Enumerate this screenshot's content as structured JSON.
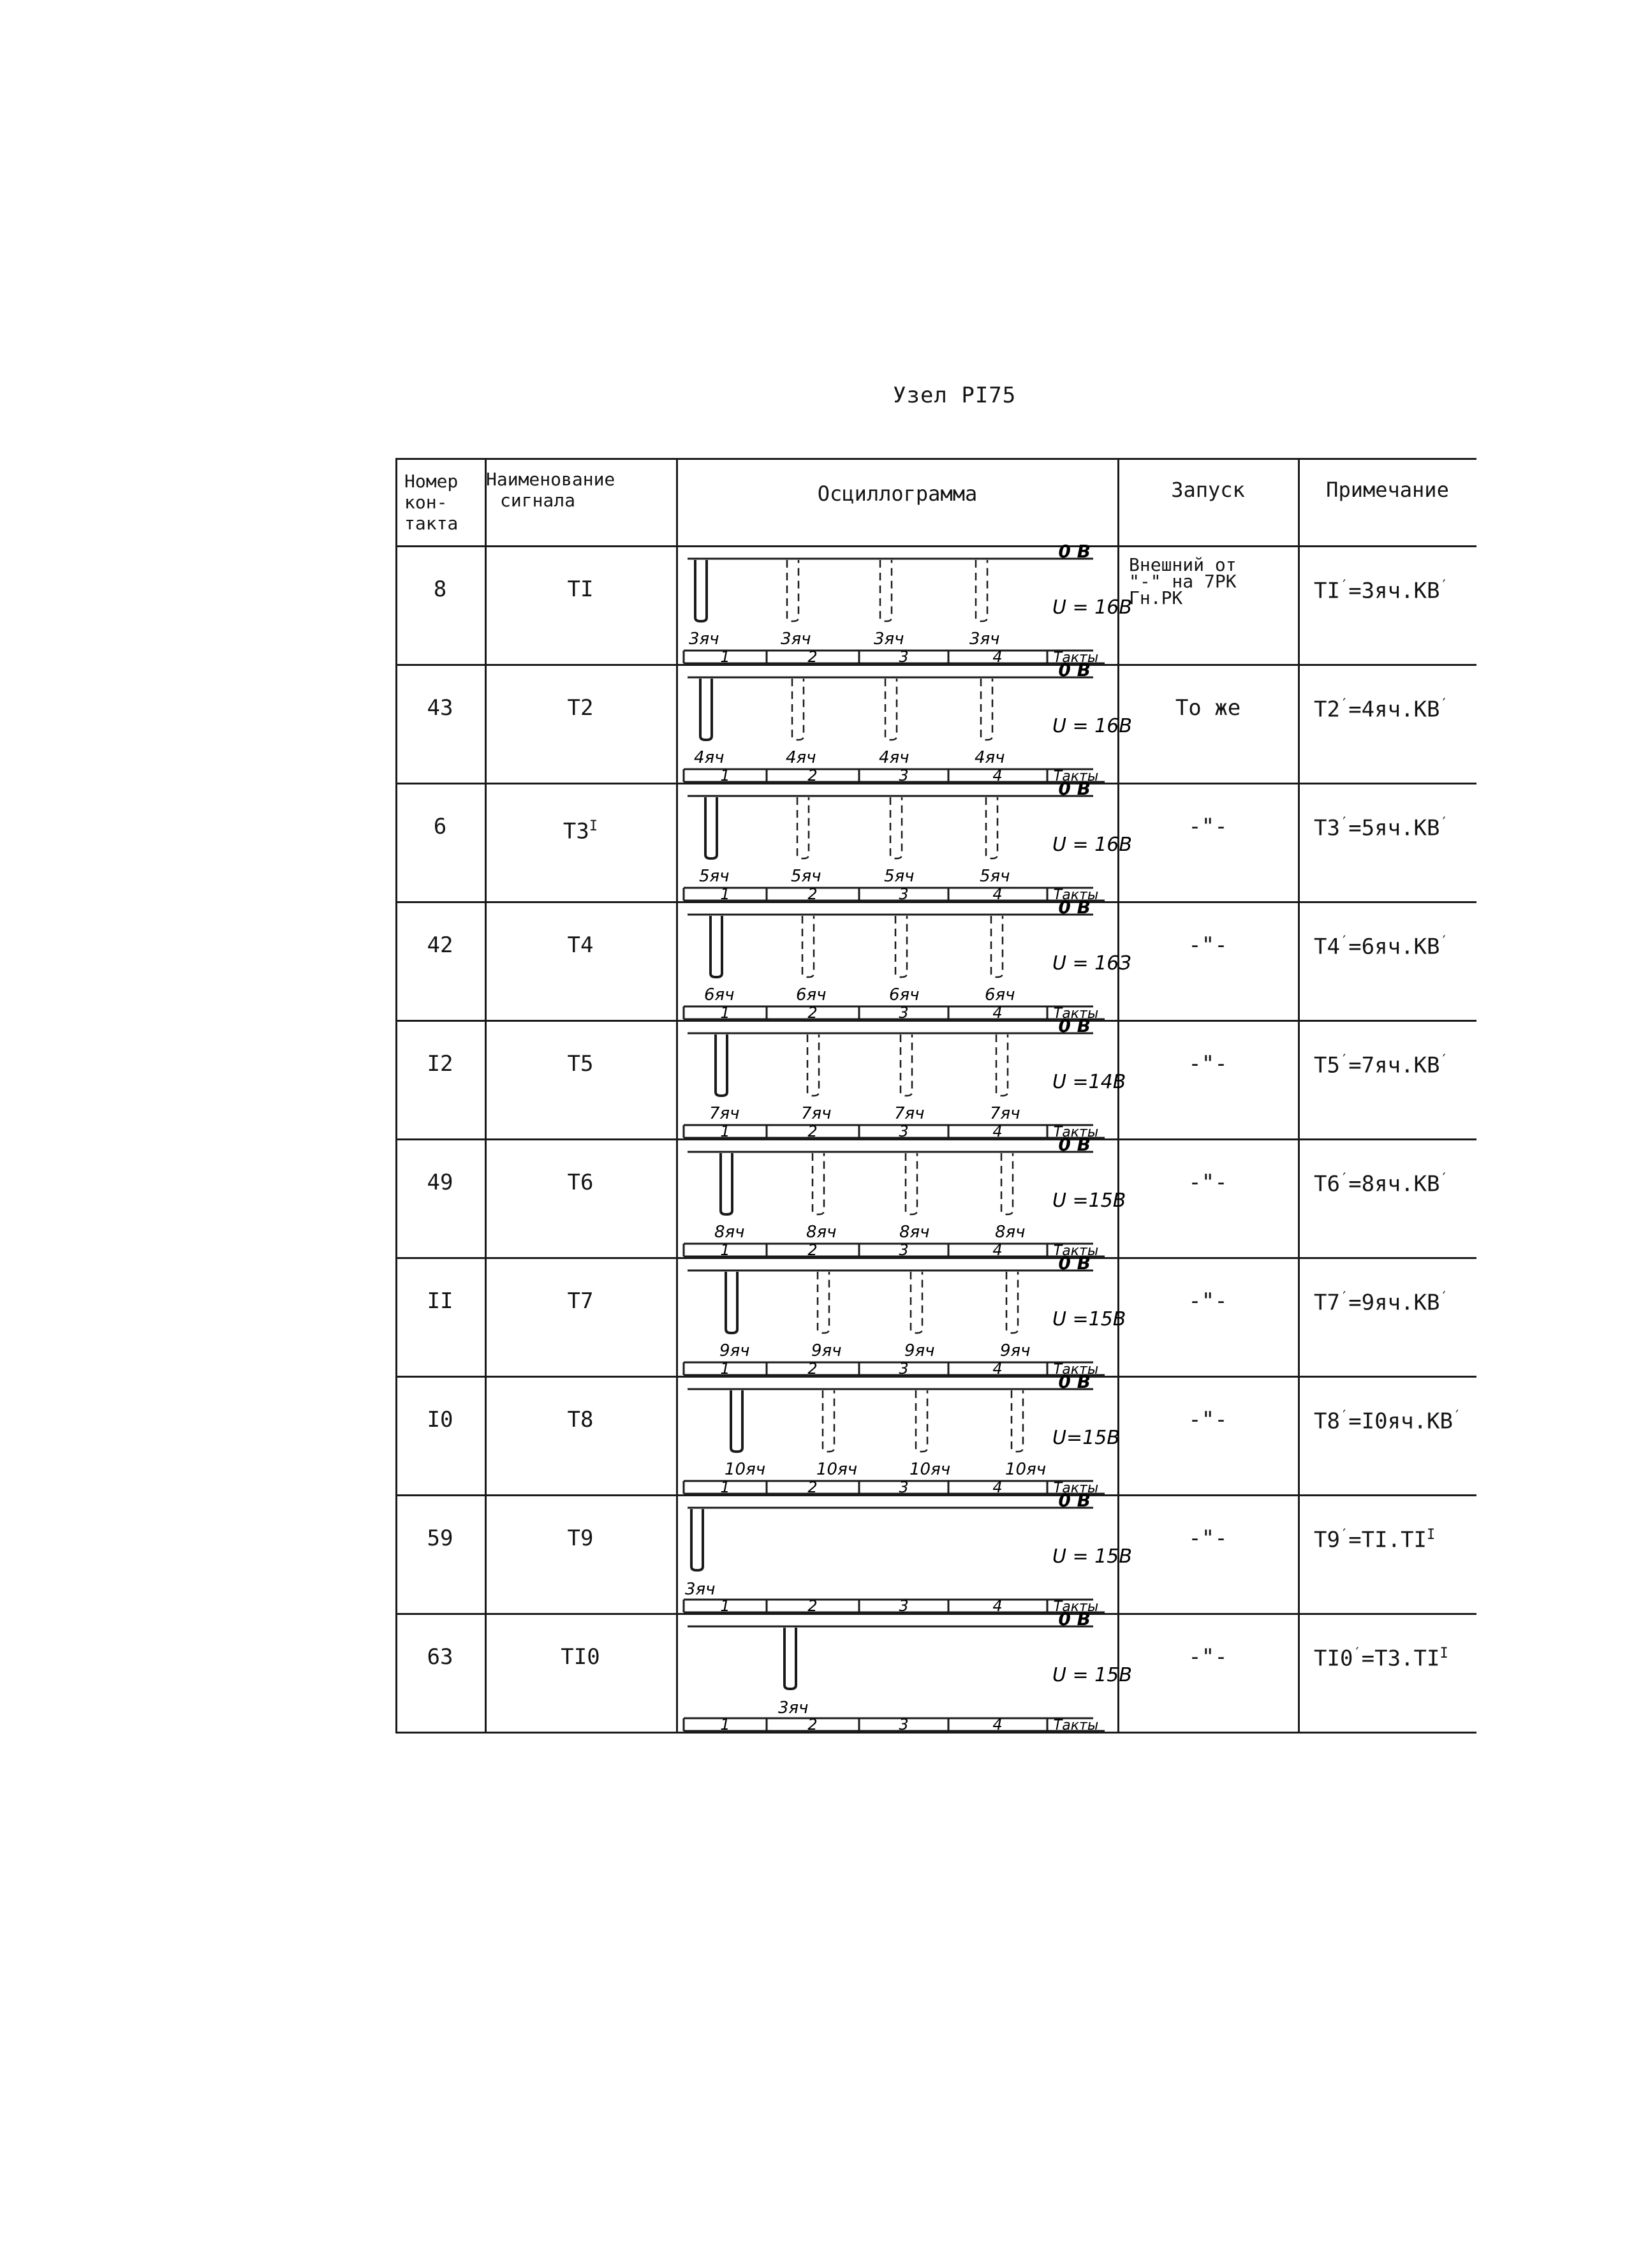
{
  "page": {
    "title": "Узел PI75"
  },
  "table": {
    "headers": {
      "contact": [
        "Номер",
        "кон-",
        "такта"
      ],
      "signal": [
        "Наименование",
        "сигнала"
      ],
      "oscillogram": "Осциллограмма",
      "trigger": "Запуск",
      "note": "Примечание"
    },
    "takty": [
      "1",
      "2",
      "3",
      "4",
      "Такты"
    ],
    "rows": [
      {
        "contact": "8",
        "signal": "TI",
        "sup": "",
        "zero": "0 В",
        "voltage": "U = 16В",
        "cell": "3яч",
        "cell_labels": [
          "3яч",
          "3яч",
          "3яч",
          "3яч"
        ],
        "trigger": [
          "Внешний от",
          "\"-\" на 7РК",
          "Гн.РК"
        ],
        "note_a": "TI",
        "note_b": "=3яч.КВ"
      },
      {
        "contact": "43",
        "signal": "T2",
        "sup": "",
        "zero": "0 В",
        "voltage": "U = 16В",
        "cell": "4яч",
        "cell_labels": [
          "4яч",
          "4яч",
          "4яч",
          "4яч"
        ],
        "trigger": [
          "То же"
        ],
        "note_a": "T2",
        "note_b": "=4яч.КВ"
      },
      {
        "contact": "6",
        "signal": "T3",
        "sup": "I",
        "zero": "0 В",
        "voltage": "U = 16В",
        "cell": "5яч",
        "cell_labels": [
          "5яч",
          "5яч",
          "5яч",
          "5яч"
        ],
        "trigger": [
          "-\"-"
        ],
        "note_a": "T3",
        "note_b": "=5яч.КВ"
      },
      {
        "contact": "42",
        "signal": "T4",
        "sup": "",
        "zero": "0 В",
        "voltage": "U = 16З",
        "cell": "6яч",
        "cell_labels": [
          "6яч",
          "6яч",
          "6яч",
          "6яч"
        ],
        "trigger": [
          "-\"-"
        ],
        "note_a": "T4",
        "note_b": "=6яч.КВ"
      },
      {
        "contact": "I2",
        "signal": "T5",
        "sup": "",
        "zero": "0 В",
        "voltage": "U =14В",
        "cell": "7яч",
        "cell_labels": [
          "7яч",
          "7яч",
          "7яч",
          "7яч"
        ],
        "trigger": [
          "-\"-"
        ],
        "note_a": "T5",
        "note_b": "=7яч.КВ"
      },
      {
        "contact": "49",
        "signal": "T6",
        "sup": "",
        "zero": "0 В",
        "voltage": "U =15В",
        "cell": "8яч",
        "cell_labels": [
          "8яч",
          "8яч",
          "8яч",
          "8яч"
        ],
        "trigger": [
          "-\"-"
        ],
        "note_a": "T6",
        "note_b": "=8яч.КВ"
      },
      {
        "contact": "II",
        "signal": "T7",
        "sup": "",
        "zero": "0 В",
        "voltage": "U =15В",
        "cell": "9яч",
        "cell_labels": [
          "9яч",
          "9яч",
          "9яч",
          "9яч"
        ],
        "trigger": [
          "-\"-"
        ],
        "note_a": "T7",
        "note_b": "=9яч.КВ"
      },
      {
        "contact": "I0",
        "signal": "T8",
        "sup": "",
        "zero": "0 В",
        "voltage": "U=15В",
        "cell": "10яч",
        "cell_labels": [
          "10яч",
          "10яч",
          "10яч",
          "10яч"
        ],
        "trigger": [
          "-\"-"
        ],
        "note_a": "T8",
        "note_b": "=I0яч.КВ"
      },
      {
        "contact": "59",
        "signal": "T9",
        "sup": "",
        "zero": "0 В",
        "voltage": "U = 15В",
        "cell": "3яч",
        "cell_labels": [
          "3яч"
        ],
        "trigger": [
          "-\"-"
        ],
        "note_a": "T9",
        "note_b": "=TI.TI"
      },
      {
        "contact": "63",
        "signal": "TI0",
        "sup": "",
        "zero": "0 В",
        "voltage": "U = 15В",
        "cell": "3яч",
        "cell_labels": [
          "3яч"
        ],
        "trigger": [
          "-\"-"
        ],
        "note_a": "TI0",
        "note_b": "=T3.TI"
      }
    ]
  }
}
